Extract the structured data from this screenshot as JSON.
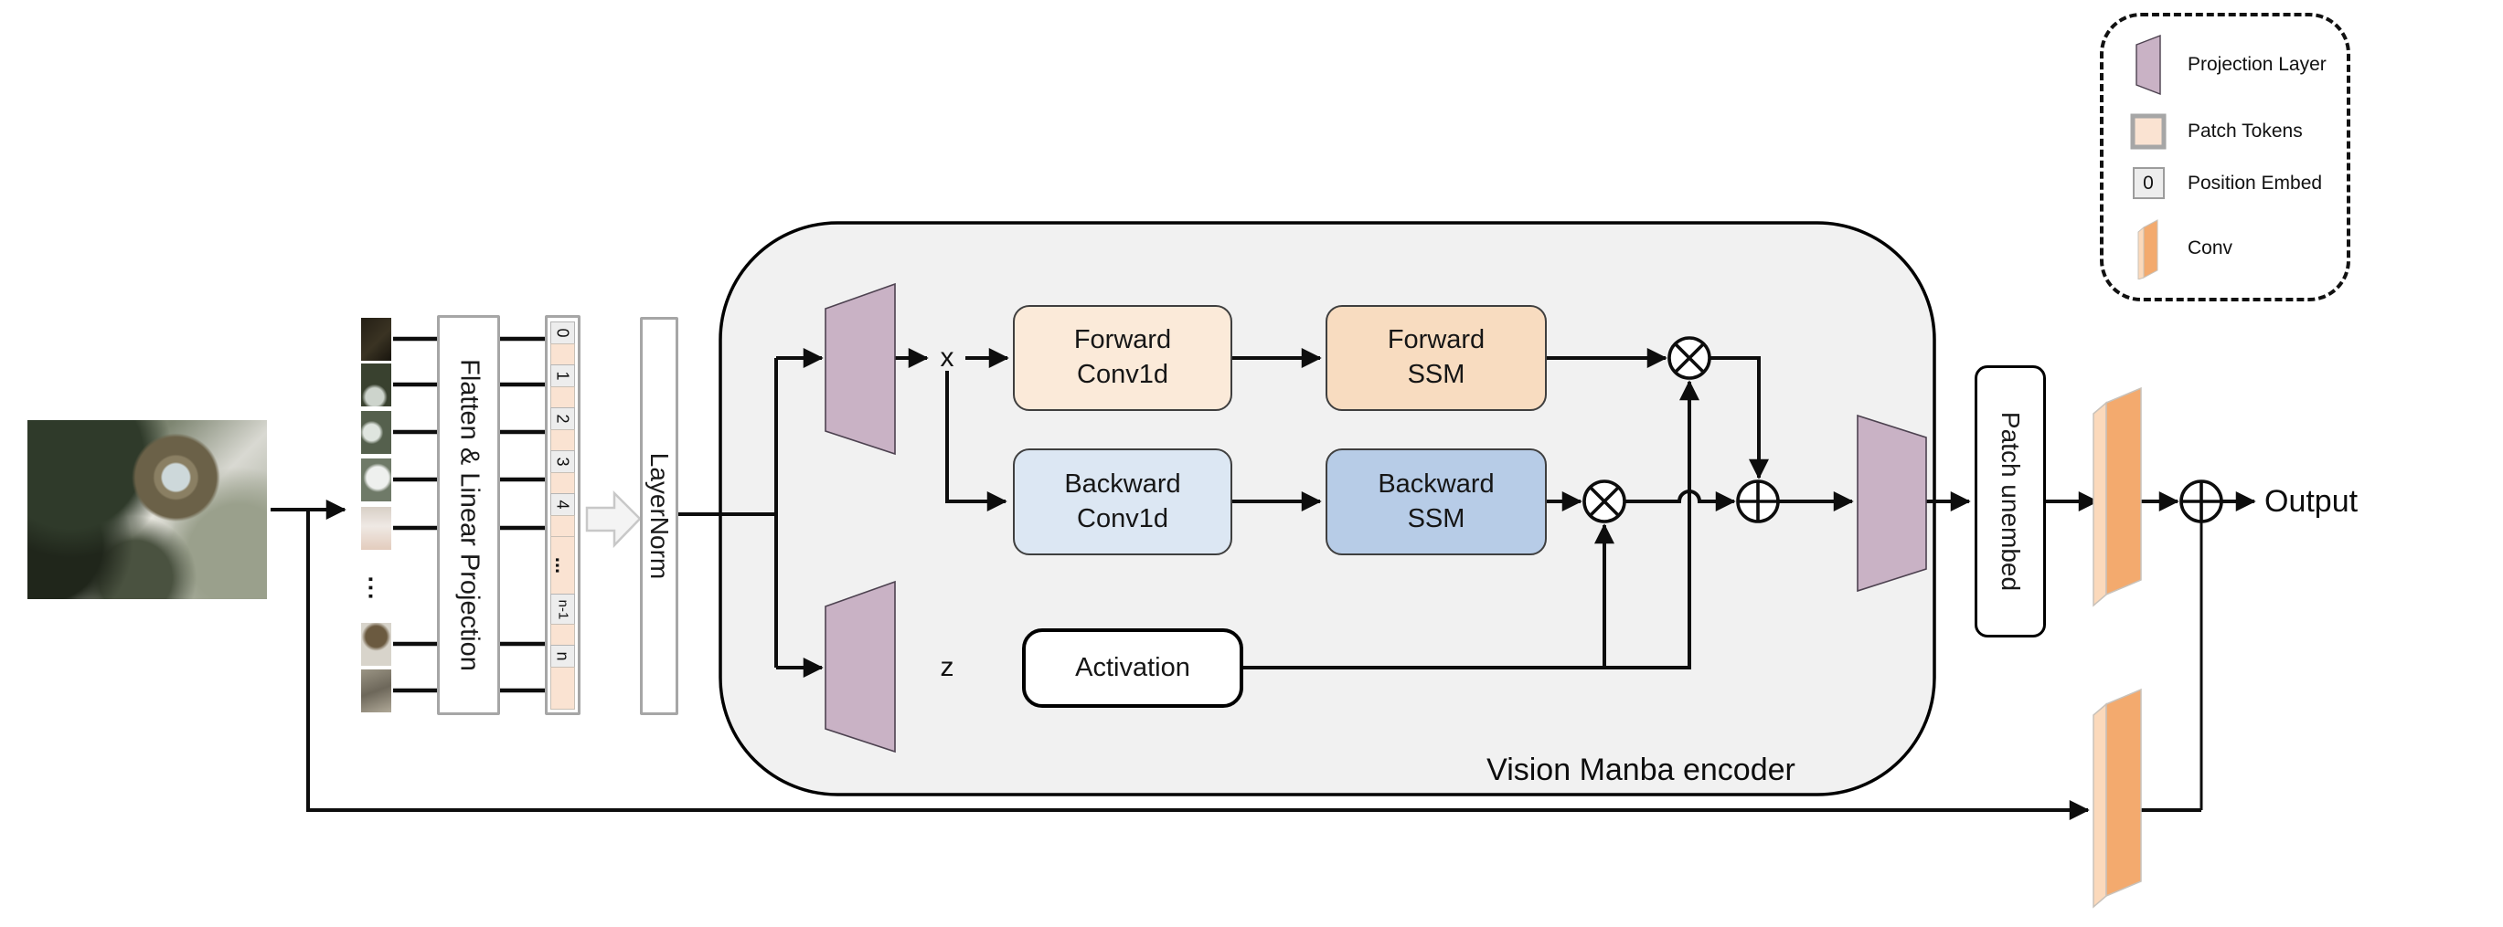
{
  "colors": {
    "page_bg": "#ffffff",
    "encoder_bg": "#f1f1f1",
    "encoder_border": "#000000",
    "purple": "#c9b2c5",
    "purple_stroke": "#4d4250",
    "peach_light": "#fbead9",
    "peach": "#f8dcc0",
    "blue_light": "#dce7f3",
    "blue": "#b7cce7",
    "token_peach": "#fae3d2",
    "pos_grey": "#ededed",
    "conv_orange": "#f3aa6e",
    "conv_light": "#fbd9bb",
    "grey_border": "#a6a6a6",
    "line": "#0d0d0d"
  },
  "pipeline": {
    "flatten_label": "Flatten & Linear Projection",
    "layernorm_label": "LayerNorm",
    "patch_unembed_label": "Patch unembed",
    "encoder_label": "Vision Manba encoder",
    "output_label": "Output",
    "signal_x": "x",
    "signal_z": "z",
    "thumb_ellipsis": "..."
  },
  "encoder_blocks": {
    "forward_conv": {
      "l1": "Forward",
      "l2": "Conv1d"
    },
    "forward_ssm": {
      "l1": "Forward",
      "l2": "SSM"
    },
    "backward_conv": {
      "l1": "Backward",
      "l2": "Conv1d"
    },
    "backward_ssm": {
      "l1": "Backward",
      "l2": "SSM"
    },
    "activation": "Activation"
  },
  "operators": {
    "multiply_icon": "circle-times",
    "add_icon": "circle-plus"
  },
  "tokens": {
    "cells": [
      {
        "label": "0",
        "type": "pos"
      },
      {
        "label": "",
        "type": "tok"
      },
      {
        "label": "1",
        "type": "pos"
      },
      {
        "label": "",
        "type": "tok"
      },
      {
        "label": "2",
        "type": "pos"
      },
      {
        "label": "",
        "type": "tok"
      },
      {
        "label": "3",
        "type": "pos"
      },
      {
        "label": "",
        "type": "tok"
      },
      {
        "label": "4",
        "type": "pos"
      },
      {
        "label": "",
        "type": "tok"
      },
      {
        "label": "...",
        "type": "dots"
      },
      {
        "label": "n-1",
        "type": "pos"
      },
      {
        "label": "",
        "type": "tok"
      },
      {
        "label": "n",
        "type": "pos"
      },
      {
        "label": "",
        "type": "tok"
      }
    ]
  },
  "legend": {
    "items": [
      {
        "label": "Projection Layer",
        "icon": "projection-layer-icon"
      },
      {
        "label": "Patch Tokens",
        "icon": "patch-token-icon"
      },
      {
        "label": "Position Embed",
        "icon": "position-embed-icon",
        "sample": "0"
      },
      {
        "label": "Conv",
        "icon": "conv-icon"
      }
    ]
  }
}
